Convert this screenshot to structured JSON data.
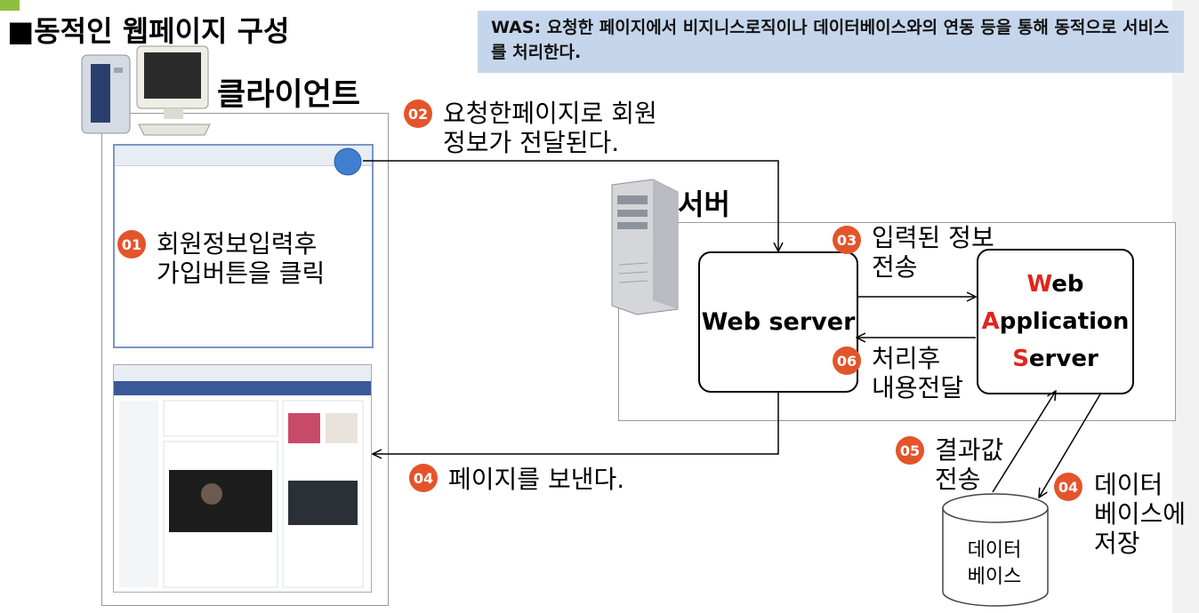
{
  "title": "■동적인 웹페이지 구성",
  "was_note": "WAS: 요청한 페이지에서 비지니스로직이나 데이터베이스와의 연동 등을 통해 동적으로 서비스를 처리한다.",
  "client_label": "클라이언트",
  "server_label": "서버",
  "steps": [
    {
      "num": "01",
      "lines": [
        "회원정보입력후",
        "가입버튼을 클릭"
      ]
    },
    {
      "num": "02",
      "lines": [
        "요청한페이지로 회원",
        "정보가 전달된다."
      ]
    },
    {
      "num": "03",
      "lines": [
        "입력된 정보",
        "전송"
      ]
    },
    {
      "num": "04",
      "lines": [
        "페이지를 보낸다."
      ]
    },
    {
      "num": "05",
      "lines": [
        "결과값",
        "전송"
      ]
    },
    {
      "num": "06",
      "lines": [
        "처리후",
        "내용전달"
      ]
    },
    {
      "num": "04",
      "lines": [
        "데이터",
        "베이스에",
        "저장"
      ]
    }
  ],
  "web_server": "Web server",
  "was_node": [
    {
      "initial": "W",
      "rest": "eb"
    },
    {
      "initial": "A",
      "rest": "pplication"
    },
    {
      "initial": "S",
      "rest": "erver"
    }
  ],
  "database": [
    "데이터",
    "베이스"
  ],
  "colors": {
    "badge": "#e4542a",
    "accent_red": "#e0261c",
    "note_bg": "#c5d6ec",
    "dot": "#3e7fd0"
  },
  "icons": [
    "desktop-computer-icon",
    "tower-server-icon",
    "database-cylinder-icon"
  ]
}
